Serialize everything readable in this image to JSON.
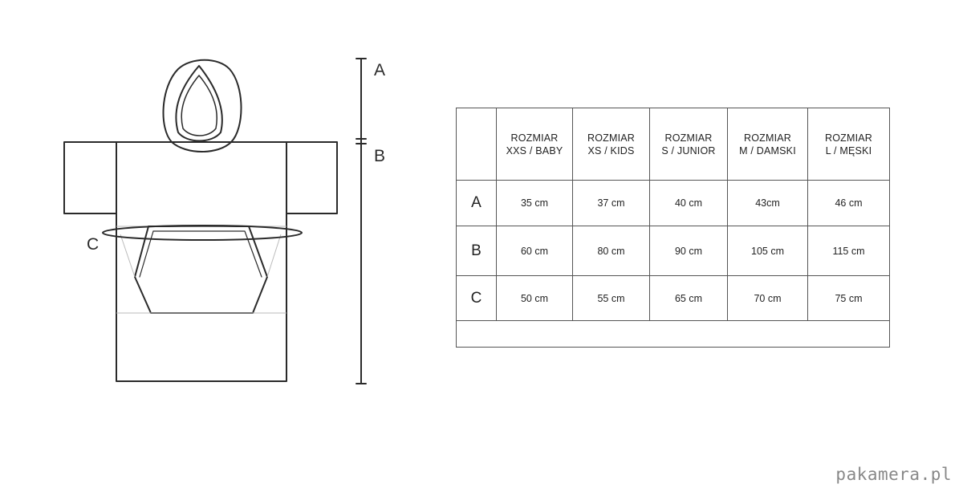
{
  "diagram": {
    "labels": {
      "a": "A",
      "b": "B",
      "c": "C"
    }
  },
  "table": {
    "columns": [
      {
        "line1": "ROZMIAR",
        "line2": "XXS / BABY"
      },
      {
        "line1": "ROZMIAR",
        "line2": "XS / KIDS"
      },
      {
        "line1": "ROZMIAR",
        "line2": "S / JUNIOR"
      },
      {
        "line1": "ROZMIAR",
        "line2": "M / DAMSKI"
      },
      {
        "line1": "ROZMIAR",
        "line2": "L / MĘSKI"
      }
    ],
    "rows": [
      {
        "label": "A",
        "values": [
          "35 cm",
          "37 cm",
          "40 cm",
          "43cm",
          "46 cm"
        ]
      },
      {
        "label": "B",
        "values": [
          "60 cm",
          "80 cm",
          "90 cm",
          "105 cm",
          "115 cm"
        ]
      },
      {
        "label": "C",
        "values": [
          "50 cm",
          "55 cm",
          "65 cm",
          "70 cm",
          "75 cm"
        ]
      }
    ]
  },
  "watermark": "pakamera.pl"
}
